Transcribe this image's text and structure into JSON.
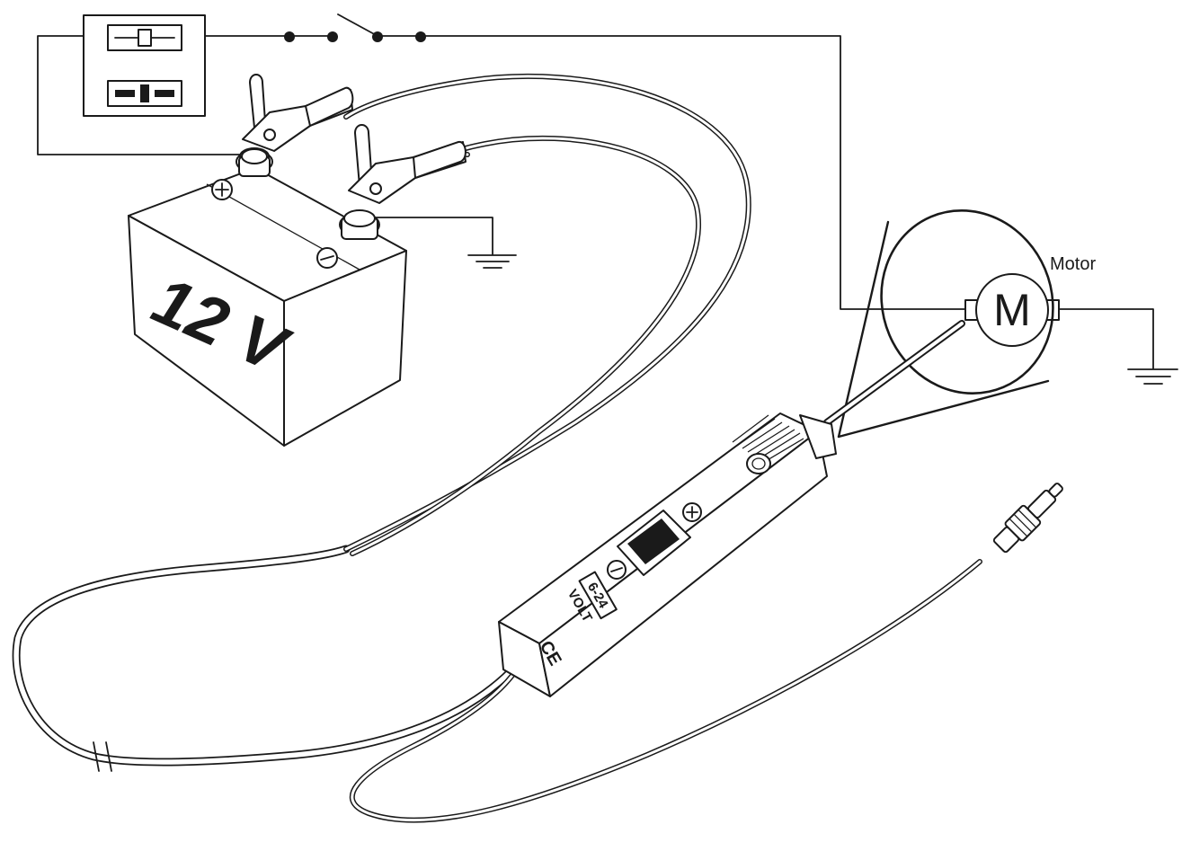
{
  "labels": {
    "motor": "Motor",
    "motor_symbol": "M",
    "battery_voltage": "12 V",
    "probe_range": "6-24",
    "probe_unit": "VOLT",
    "ce_mark": "CE"
  },
  "icons": {
    "positive": "plus-circle-icon",
    "negative": "minus-circle-icon",
    "ground": "ground-icon",
    "switch": "switch-icon",
    "led": "led-icon",
    "ce": "ce-mark-icon"
  },
  "colors": {
    "ink": "#1a1a1a",
    "paper": "#ffffff"
  }
}
